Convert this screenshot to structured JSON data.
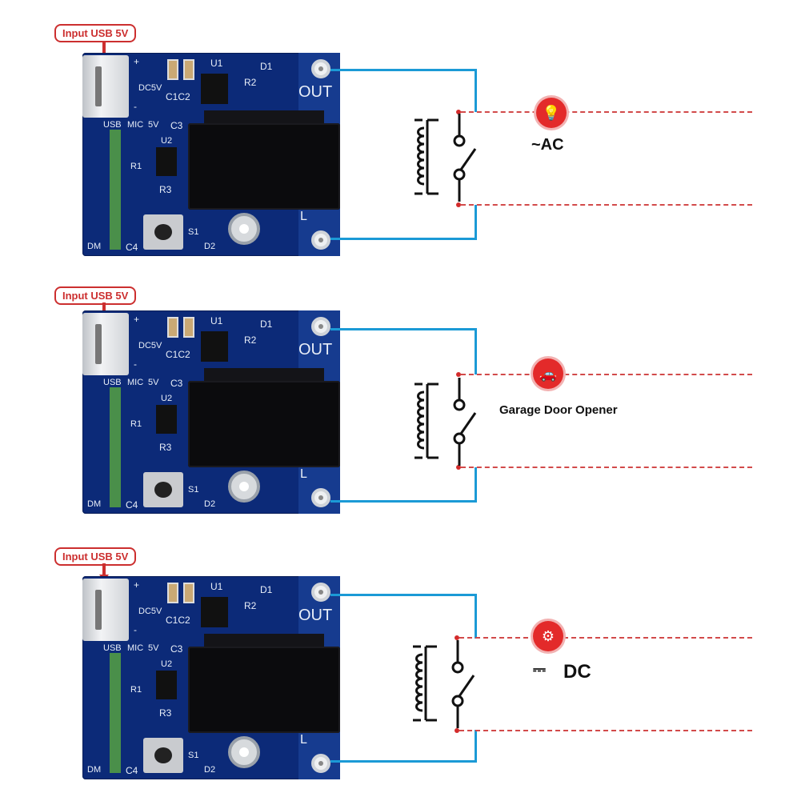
{
  "colors": {
    "wire": "#1b9ad6",
    "dash": "#d24a4a",
    "icon": "#e32a2a",
    "board": "#0c2a78"
  },
  "panels": [
    {
      "input_label": "Input USB 5V",
      "board": {
        "out": "OUT",
        "l": "L",
        "dc5v": "DC5V",
        "plus": "+",
        "minus": "-",
        "u1": "U1",
        "u2": "U2",
        "d1": "D1",
        "d2": "D2",
        "r1": "R1",
        "r2": "R2",
        "r3": "R3",
        "c1c2": "C1C2",
        "c3": "C3",
        "c4": "C4",
        "s1": "S1",
        "usb": "USB",
        "mic": "MIC",
        "v5": "5V",
        "dm": "DM"
      },
      "load": {
        "icon": "bulb-icon",
        "label": "~AC"
      }
    },
    {
      "input_label": "Input USB 5V",
      "board": {
        "out": "OUT",
        "l": "L",
        "dc5v": "DC5V",
        "plus": "+",
        "minus": "-",
        "u1": "U1",
        "u2": "U2",
        "d1": "D1",
        "d2": "D2",
        "r1": "R1",
        "r2": "R2",
        "r3": "R3",
        "c1c2": "C1C2",
        "c3": "C3",
        "c4": "C4",
        "s1": "S1",
        "usb": "USB",
        "mic": "MIC",
        "v5": "5V",
        "dm": "DM"
      },
      "load": {
        "icon": "garage-icon",
        "label": "Garage Door Opener"
      }
    },
    {
      "input_label": "Input USB 5V",
      "board": {
        "out": "OUT",
        "l": "L",
        "dc5v": "DC5V",
        "plus": "+",
        "minus": "-",
        "u1": "U1",
        "u2": "U2",
        "d1": "D1",
        "d2": "D2",
        "r1": "R1",
        "r2": "R2",
        "r3": "R3",
        "c1c2": "C1C2",
        "c3": "C3",
        "c4": "C4",
        "s1": "S1",
        "usb": "USB",
        "mic": "MIC",
        "v5": "5V",
        "dm": "DM"
      },
      "load": {
        "icon": "engine-icon",
        "label": "DC",
        "dc_symbol": "⎓"
      }
    }
  ]
}
